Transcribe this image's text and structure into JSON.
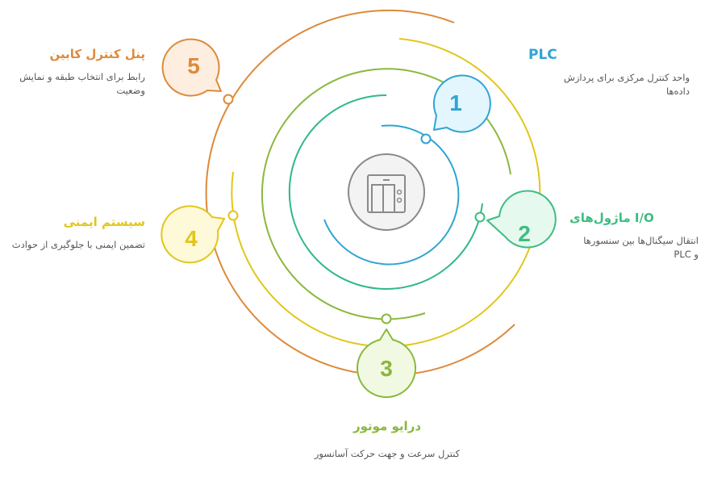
{
  "diagram": {
    "center_icon": "elevator-icon",
    "center_color": "#8a8a8a",
    "items": [
      {
        "number": "1",
        "title": "PLC",
        "description": "واحد کنترل مرکزی برای پردازش داده‌ها",
        "color": "#2fa4d4",
        "fill": "#e4f6fd"
      },
      {
        "number": "2",
        "title": "I/O ماژول‌های",
        "description": "انتقال سیگنال‌ها بین سنسورها و PLC",
        "color": "#3dbd80",
        "fill": "#e6f9ef"
      },
      {
        "number": "3",
        "title": "درایو موتور",
        "description": "کنترل سرعت و جهت حرکت آسانسور",
        "color": "#8ab83c",
        "fill": "#f1f9e3"
      },
      {
        "number": "4",
        "title": "سیستم ایمنی",
        "description": "تضمین ایمنی با جلوگیری از حوادث",
        "color": "#e2c61a",
        "fill": "#fdf9d9"
      },
      {
        "number": "5",
        "title": "پنل کنترل کابین",
        "description": "رابط برای انتخاب طبقه و نمایش وضعیت",
        "color": "#dd8a3a",
        "fill": "#fdeee0"
      }
    ]
  }
}
